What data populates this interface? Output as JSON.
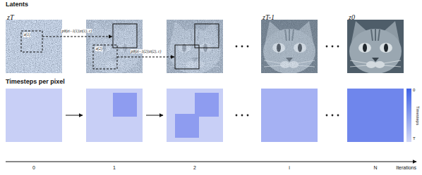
{
  "diagram": {
    "nodes": [
      {
        "text": [
          "zT"
        ]
      },
      {
        "text": [
          "zT-1"
        ]
      },
      {
        "text": [
          "z0"
        ]
      }
    ],
    "labels": [
      "Latents",
      "z(1)",
      "pθ(zt−1(1)|zt(1), c)",
      "z(2)",
      "pθ(zt−1(2)|zt(2), c)",
      "Timesteps per pixel",
      "0",
      "T",
      "Timesteps",
      "0",
      "1",
      "2",
      "i",
      "N",
      "Iterations"
    ]
  }
}
